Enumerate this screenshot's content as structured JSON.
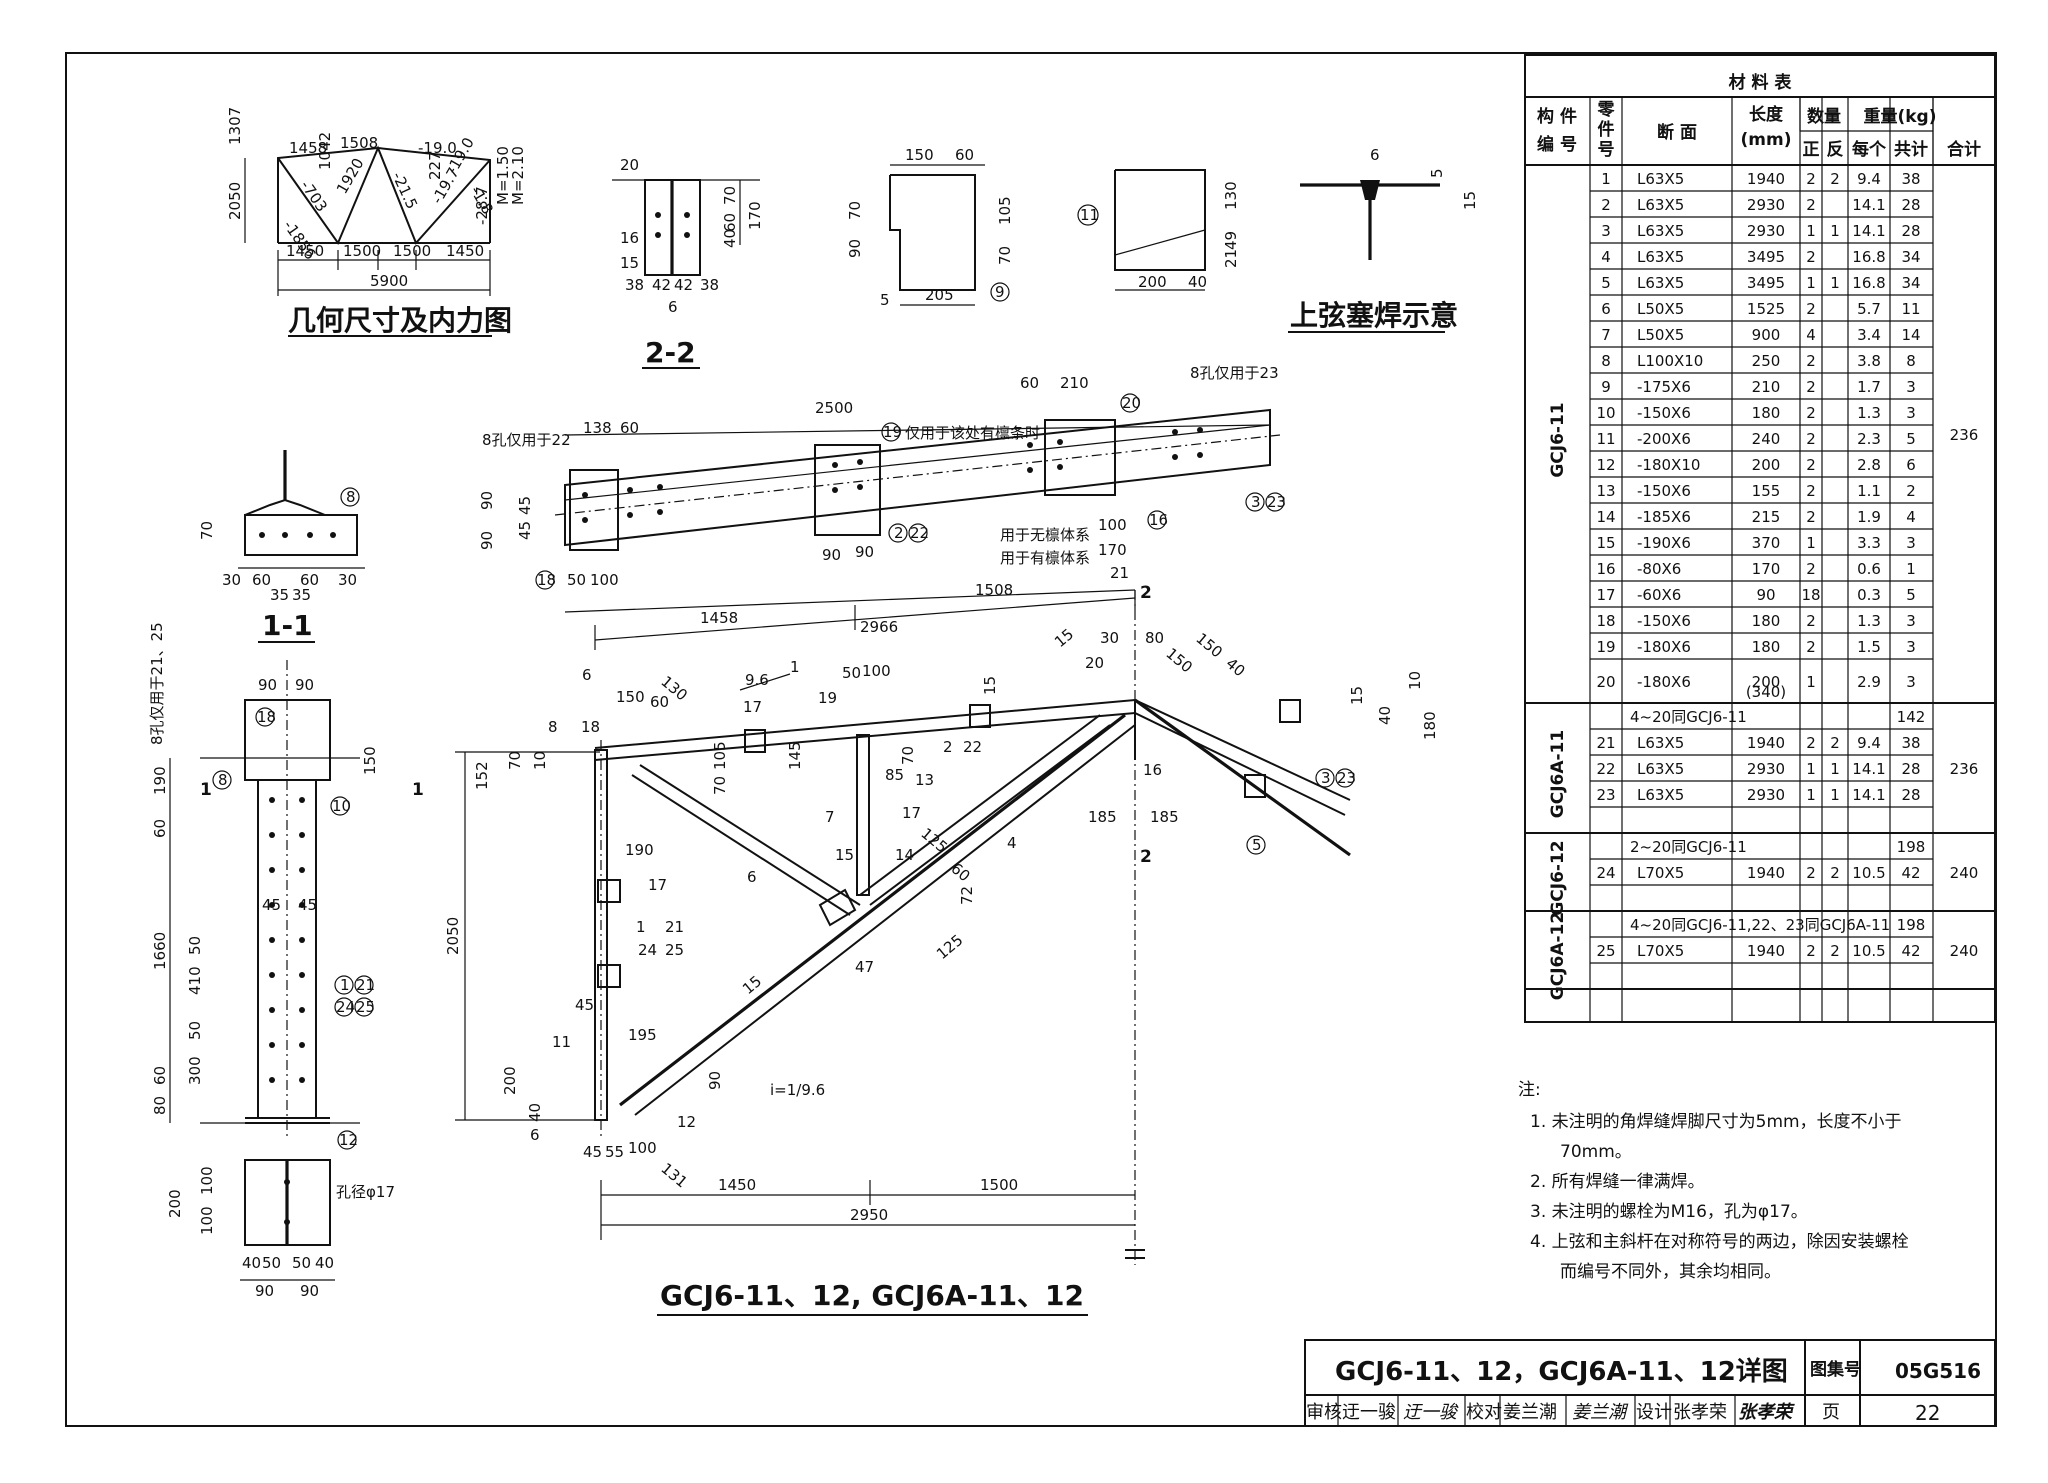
{
  "titles": {
    "geometry": "几何尺寸及内力图",
    "section_2_2": "2-2",
    "section_1_1": "1-1",
    "weld_detail": "上弦塞焊示意",
    "main_drawing": "GCJ6-11、12, GCJ6A-11、12"
  },
  "geometry_labels": {
    "forces": [
      "1458",
      "1508",
      "-19.0",
      "1307",
      "2050",
      "-1856",
      "-703",
      "1042",
      "1920",
      "-21.5",
      "227",
      "-19.0",
      "-19.7",
      "-1.8",
      "-28.7",
      "M=1.50",
      "M=2.10"
    ],
    "spans": [
      "1450",
      "1500",
      "1500",
      "1450"
    ],
    "total": "5900"
  },
  "section_2_2_labels": [
    "20",
    "16",
    "15",
    "70",
    "60",
    "40",
    "170",
    "38",
    "42",
    "42",
    "38",
    "6"
  ],
  "gusset_labels": [
    "150",
    "60",
    "70",
    "105",
    "90",
    "70",
    "5",
    "205",
    "9"
  ],
  "plate_labels": [
    "11",
    "130",
    "49",
    "21",
    "200",
    "40"
  ],
  "weld_labels": [
    "6",
    "5",
    "15"
  ],
  "section_1_1_labels": [
    "8",
    "70",
    "30",
    "60",
    "60",
    "30",
    "35",
    "35"
  ],
  "top_chord_labels": [
    "2500",
    "8孔仅用于22",
    "138",
    "60",
    "19",
    "仅用于该处有檩条时",
    "60",
    "210",
    "8孔仅用于23",
    "20",
    "90",
    "90",
    "45",
    "45",
    "18",
    "50",
    "100",
    "90",
    "90",
    "2",
    "22",
    "用于无檩体系",
    "用于有檩体系",
    "100",
    "170",
    "16",
    "3",
    "23",
    "21"
  ],
  "main_dims": {
    "top": [
      "1458",
      "2966",
      "1508"
    ],
    "bottom": [
      "1450",
      "1500",
      "2950"
    ],
    "height": "2050",
    "slope": "i=1/9.6",
    "pitch": "9.6",
    "pitch_one": "1"
  },
  "main_labels": [
    "6",
    "150",
    "130",
    "60",
    "17",
    "19",
    "50",
    "100",
    "15",
    "2",
    "22",
    "20",
    "8",
    "18",
    "152",
    "70",
    "10",
    "105",
    "70",
    "145",
    "7",
    "70",
    "15",
    "13",
    "17",
    "85",
    "14",
    "125",
    "60",
    "72",
    "4",
    "6",
    "190",
    "17",
    "1",
    "21",
    "24",
    "25",
    "45",
    "195",
    "11",
    "200",
    "40",
    "12",
    "15",
    "90",
    "125",
    "47",
    "45",
    "55",
    "100",
    "131",
    "6",
    "185",
    "185",
    "15",
    "16",
    "150",
    "30",
    "80",
    "40",
    "150",
    "180",
    "10",
    "15",
    "40",
    "3",
    "23",
    "5",
    "2",
    "2"
  ],
  "left_column": {
    "top_labels": [
      "90",
      "90",
      "18",
      "8孔仅用于21、25"
    ],
    "dims": [
      "190",
      "60",
      "1660",
      "50",
      "410",
      "50",
      "300",
      "60",
      "80"
    ],
    "right_labels": [
      "150",
      "45",
      "45",
      "1",
      "21",
      "24",
      "25",
      "1",
      "1",
      "10",
      "8"
    ],
    "foot_labels": [
      "12",
      "孔径φ17",
      "100",
      "100",
      "200",
      "40",
      "50",
      "50",
      "40",
      "90",
      "90"
    ]
  },
  "table": {
    "title": "材料表",
    "headers": {
      "member": "构件编号",
      "part": "零件号",
      "section": "断面",
      "length": "长度(mm)",
      "qty": "数量",
      "qty_pos": "正",
      "qty_neg": "反",
      "weight": "重量(kg)",
      "each": "每个",
      "total": "共计",
      "sum": "合计"
    },
    "groups": [
      {
        "name": "GCJ6-11",
        "subtotal": "236",
        "rows": [
          [
            "1",
            "L63X5",
            "1940",
            "2",
            "2",
            "9.4",
            "38"
          ],
          [
            "2",
            "L63X5",
            "2930",
            "2",
            "",
            "14.1",
            "28"
          ],
          [
            "3",
            "L63X5",
            "2930",
            "1",
            "1",
            "14.1",
            "28"
          ],
          [
            "4",
            "L63X5",
            "3495",
            "2",
            "",
            "16.8",
            "34"
          ],
          [
            "5",
            "L63X5",
            "3495",
            "1",
            "1",
            "16.8",
            "34"
          ],
          [
            "6",
            "L50X5",
            "1525",
            "2",
            "",
            "5.7",
            "11"
          ],
          [
            "7",
            "L50X5",
            "900",
            "4",
            "",
            "3.4",
            "14"
          ],
          [
            "8",
            "L100X10",
            "250",
            "2",
            "",
            "3.8",
            "8"
          ],
          [
            "9",
            "-175X6",
            "210",
            "2",
            "",
            "1.7",
            "3"
          ],
          [
            "10",
            "-150X6",
            "180",
            "2",
            "",
            "1.3",
            "3"
          ],
          [
            "11",
            "-200X6",
            "240",
            "2",
            "",
            "2.3",
            "5"
          ],
          [
            "12",
            "-180X10",
            "200",
            "2",
            "",
            "2.8",
            "6"
          ],
          [
            "13",
            "-150X6",
            "155",
            "2",
            "",
            "1.1",
            "2"
          ],
          [
            "14",
            "-185X6",
            "215",
            "2",
            "",
            "1.9",
            "4"
          ],
          [
            "15",
            "-190X6",
            "370",
            "1",
            "",
            "3.3",
            "3"
          ],
          [
            "16",
            "-80X6",
            "170",
            "2",
            "",
            "0.6",
            "1"
          ],
          [
            "17",
            "-60X6",
            "90",
            "18",
            "",
            "0.3",
            "5"
          ],
          [
            "18",
            "-150X6",
            "180",
            "2",
            "",
            "1.3",
            "3"
          ],
          [
            "19",
            "-180X6",
            "180",
            "2",
            "",
            "1.5",
            "3"
          ],
          [
            "20",
            "-180X6",
            "200",
            "1",
            "",
            "2.9",
            "3"
          ]
        ],
        "row20_extra": "(340)"
      },
      {
        "name": "GCJ6A-11",
        "subtotal": "236",
        "note": "4~20同GCJ6-11",
        "note_total": "142",
        "rows": [
          [
            "21",
            "L63X5",
            "1940",
            "2",
            "2",
            "9.4",
            "38"
          ],
          [
            "22",
            "L63X5",
            "2930",
            "1",
            "1",
            "14.1",
            "28"
          ],
          [
            "23",
            "L63X5",
            "2930",
            "1",
            "1",
            "14.1",
            "28"
          ]
        ]
      },
      {
        "name": "GCJ6-12",
        "subtotal": "240",
        "note": "2~20同GCJ6-11",
        "note_total": "198",
        "rows": [
          [
            "24",
            "L70X5",
            "1940",
            "2",
            "2",
            "10.5",
            "42"
          ]
        ]
      },
      {
        "name": "GCJ6A-12",
        "subtotal": "240",
        "note": "4~20同GCJ6-11,22、23同GCJ6A-11",
        "note_total": "198",
        "rows": [
          [
            "25",
            "L70X5",
            "1940",
            "2",
            "2",
            "10.5",
            "42"
          ]
        ]
      }
    ]
  },
  "notes": {
    "heading": "注:",
    "items": [
      "1. 未注明的角焊缝焊脚尺寸为5mm，长度不小于",
      "70mm。",
      "2. 所有焊缝一律满焊。",
      "3. 未注明的螺栓为M16，孔为φ17。",
      "4. 上弦和主斜杆在对称符号的两边，除因安装螺栓",
      "而编号不同外，其余均相同。"
    ]
  },
  "title_block": {
    "title": "GCJ6-11、12，GCJ6A-11、12详图",
    "atlas_label": "图集号",
    "atlas_no": "05G516",
    "review_label": "审核",
    "reviewer": "迂一骏",
    "reviewer_sig": "迂一骏",
    "check_label": "校对",
    "checker": "姜兰潮",
    "checker_sig": "姜兰潮",
    "design_label": "设计",
    "designer": "张孝荣",
    "designer_sig": "张孝荣",
    "page_label": "页",
    "page_no": "22"
  }
}
